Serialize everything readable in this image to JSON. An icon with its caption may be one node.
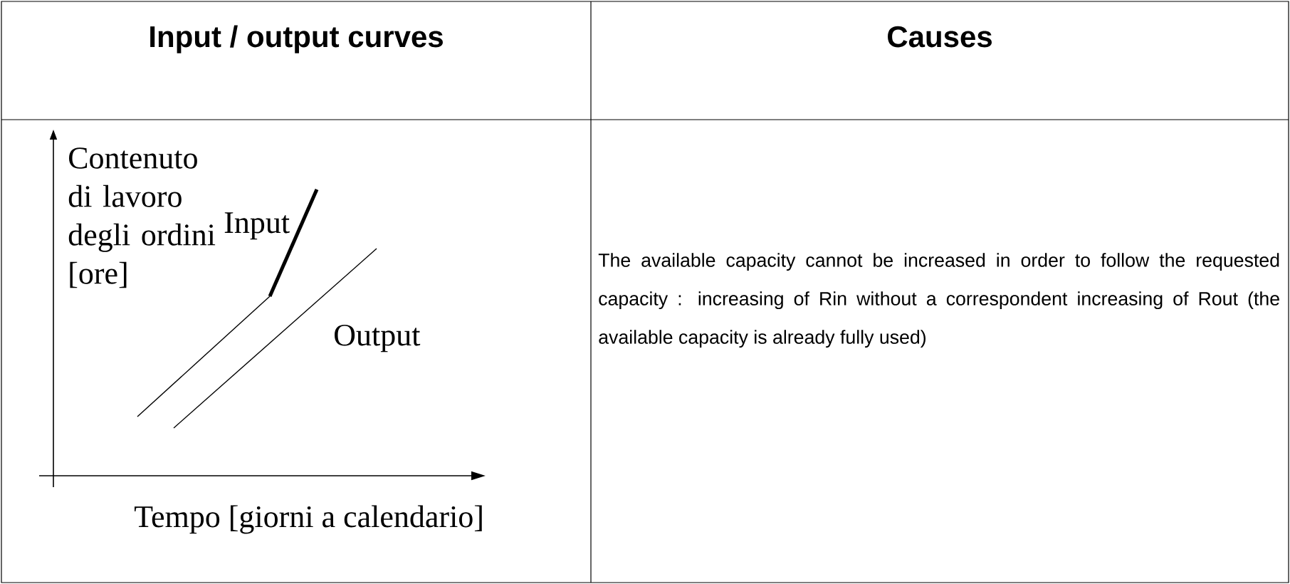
{
  "diagram": {
    "labels": [
      "Input / output curves",
      "Causes",
      "Contenuto di lavoro degli ordini [ore]",
      "Input",
      "Output",
      "Tempo [giorni a calendario]",
      "The available capacity cannot be increased in order to follow the requested capacity : increasing of Rin without a correspondent increasing of Rout (the available capacity is already fully used)"
    ]
  }
}
